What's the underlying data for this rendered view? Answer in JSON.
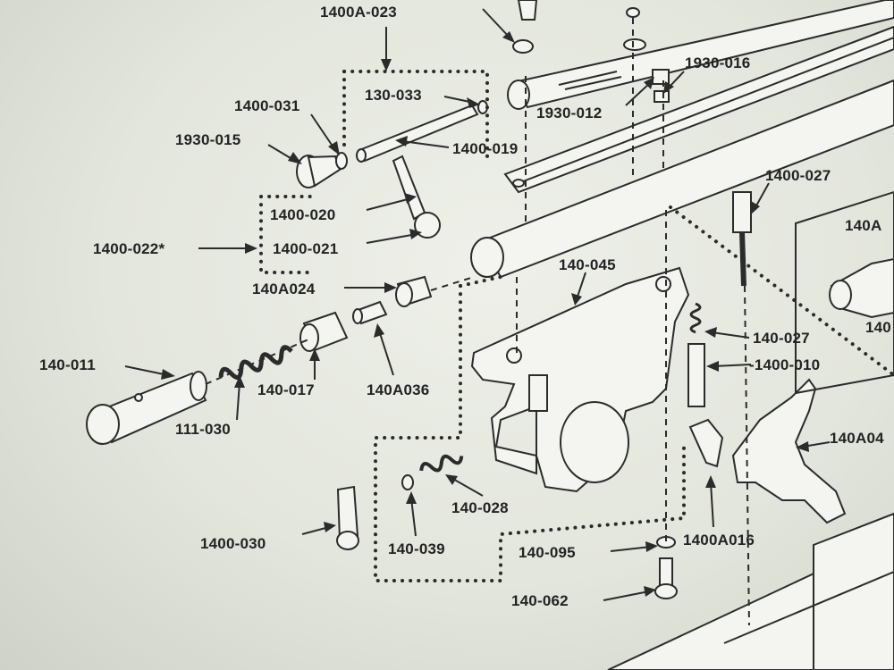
{
  "labels": {
    "l1400a023": "1400A-023",
    "l130033": "130-033",
    "l1400031": "1400-031",
    "l1930015": "1930-015",
    "l1400019": "1400-019",
    "l1930012": "1930-012",
    "l1930016": "1930-016",
    "l1400020": "1400-020",
    "l1400021": "1400-021",
    "l1400022": "1400-022*",
    "l1400027": "1400-027",
    "l140a024": "140A024",
    "l140045": "140-045",
    "l140011": "140-011",
    "l140017": "140-017",
    "l140a036": "140A036",
    "l111030": "111-030",
    "l140027": "140-027",
    "l1400010": "-1400-010",
    "l140a04": "140A04",
    "l140a_top": "140A",
    "l140_right": "140",
    "l140028": "140-028",
    "l1400030": "1400-030",
    "l140039": "140-039",
    "l140095": "140-095",
    "l1400a016": "1400A016",
    "l140062": "140-062"
  }
}
